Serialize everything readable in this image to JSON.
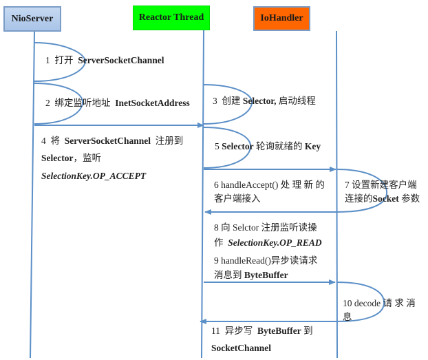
{
  "participants": {
    "nio_server": "NioServer",
    "reactor_thread": "Reactor Thread",
    "io_handler": "IoHandler"
  },
  "colors": {
    "nio_server_fill": "#b8cfee",
    "reactor_fill": "#00ff00",
    "io_handler_fill": "#ff6600",
    "line": "#5b8fc7"
  },
  "steps": {
    "s1": {
      "num": "1",
      "cn": "打开",
      "code": "ServerSocketChannel"
    },
    "s2": {
      "num": "2",
      "cn": "绑定监听地址",
      "code": "InetSocketAddress"
    },
    "s3": {
      "num": "3",
      "cn1": "创建",
      "code": "Selector,",
      "cn2": "启动线程"
    },
    "s4": {
      "num": "4",
      "cn1": "将",
      "code1": "ServerSocketChannel",
      "cn2": "注册到",
      "code2": "Selector",
      "cn3": "，监听",
      "code3": "SelectionKey.OP_ACCEPT"
    },
    "s5": {
      "num": "5",
      "code1": "Selector",
      "cn": "轮询就绪的",
      "code2": "Key"
    },
    "s6": {
      "line1": "6 handleAccept() 处 理 新 的",
      "line2": "客户端接入"
    },
    "s7": {
      "line1": "7 设置新建客户端",
      "line2_pre": "连接的",
      "code": "Socket",
      "line2_post": "参数"
    },
    "s8": {
      "line1": "8  向 Selctor 注册监听读操",
      "pre": "作",
      "code": "SelectionKey.OP_READ"
    },
    "s9": {
      "line1": "9 handleRead()异步读请求",
      "pre": "消息到",
      "code": "ByteBuffer"
    },
    "s10": {
      "line1": "10 decode  请 求 消",
      "line2": "息"
    },
    "s11": {
      "num": "11",
      "cn1": "异步写",
      "code": "ByteBuffer",
      "cn2": "到",
      "line2": "SocketChannel"
    }
  }
}
